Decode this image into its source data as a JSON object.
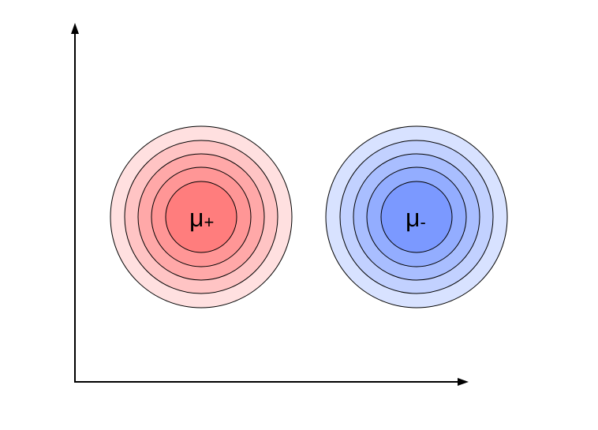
{
  "clusters": [
    {
      "name": "positive",
      "label_main": "μ",
      "label_sub": "+",
      "colors": [
        "#ffe0e0",
        "#ffc4c4",
        "#ffa8a8",
        "#ff9696",
        "#ff7d7d"
      ]
    },
    {
      "name": "negative",
      "label_main": "μ",
      "label_sub": "-",
      "colors": [
        "#d8e2ff",
        "#c2d1ff",
        "#a9beff",
        "#93adff",
        "#7b99ff"
      ]
    }
  ],
  "colors": {
    "axis": "#000000",
    "ring_stroke": "#000000"
  }
}
